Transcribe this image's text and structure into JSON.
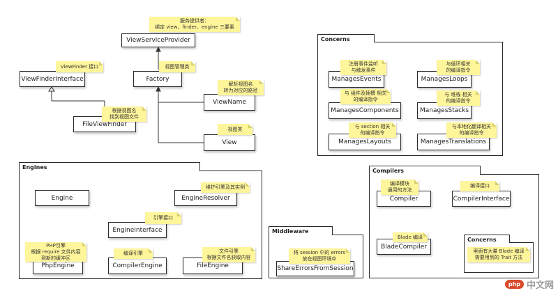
{
  "classes": {
    "view_service_provider": "ViewServiceProvider",
    "factory": "Factory",
    "view_finder_interface": "ViewFinderInterface",
    "view_name": "ViewName",
    "file_view_finder": "FileViewFinder",
    "view": "View",
    "engine": "Engine",
    "engine_resolver": "EngineResolver",
    "engine_interface": "EngineInterface",
    "php_engine": "PhpEngine",
    "compiler_engine": "CompilerEngine",
    "file_engine": "FileEngine",
    "share_errors_from_session": "ShareErrorsFromSession",
    "compiler": "Compiler",
    "compiler_interface": "CompilerInterface",
    "blade_compiler": "BladeCompiler",
    "manages_events": "ManagesEvents",
    "manages_loops": "ManagesLoops",
    "manages_components": "ManagesComponents",
    "manages_stacks": "ManagesStacks",
    "manages_layouts": "ManagesLayouts",
    "manages_translations": "ManagesTranslations"
  },
  "packages": {
    "concerns": "Concerns",
    "engines": "Engines",
    "middleware": "Middleware",
    "compilers": "Compilers",
    "compiler_concerns": "Concerns"
  },
  "notes": {
    "service_provider": "服务提供者：\n绑定 view、finder、engine 三要素",
    "view_finder": "ViewFinder 接口",
    "view_manager": "视图管理类",
    "view_name": "解析视图名\n转为对应的路径",
    "file_view_finder": "根据视图名\n找到视图文件",
    "view": "视图类",
    "engine_resolver": "维护引擎及其实例",
    "engine_interface": "引擎接口",
    "php_engine": "PHP引擎\n根据 require 文件内容\n到新的缓冲区",
    "compiler_engine": "编译引擎",
    "file_engine": "文件引擎\n根据文件名获取内容",
    "middleware": "将 session 中的 errors\n放在视图环境中",
    "compiler": "编译模块\n通用的方法",
    "compiler_interface": "编译接口",
    "blade": "Blade 编译",
    "compiler_concerns": "里面有大量 Blade 编译\n需要用到的 Trait 方法",
    "events": "注册事件监听\n与触发事件",
    "loops": "与循环相关\n的编译指令",
    "components": "与 组件及插槽 相关\n的编译指令",
    "stacks": "与 堆栈 相关\n的编译指令",
    "layouts": "与 section 相关\n的编译指令",
    "translations": "与本地化翻译相关\n的编译指令"
  },
  "watermark": {
    "badge": "php",
    "text": "中文网"
  }
}
